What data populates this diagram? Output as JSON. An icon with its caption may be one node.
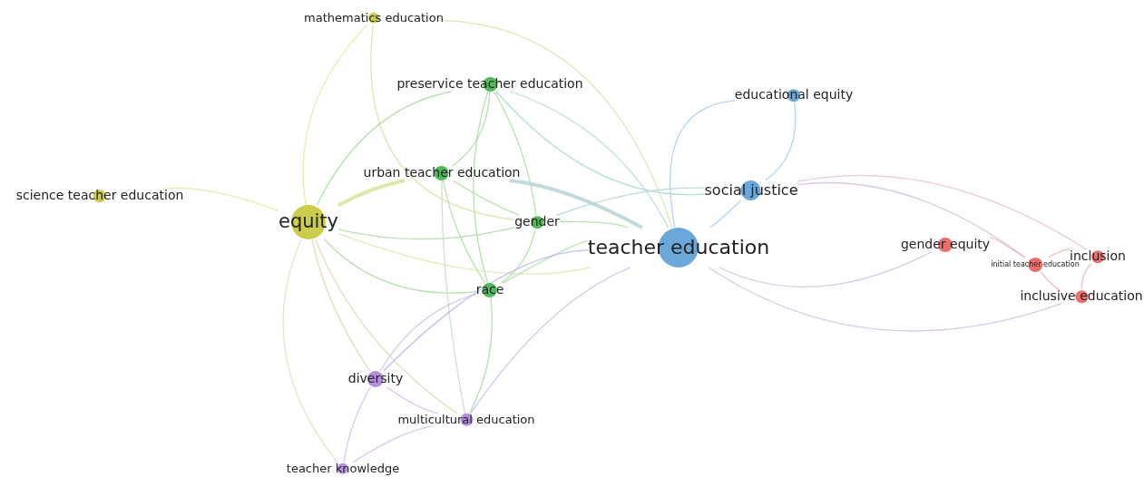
{
  "diagram": {
    "nodes": [
      {
        "text": [
          "mathematics education"
        ]
      },
      {
        "text": [
          "preservice teacher education"
        ]
      },
      {
        "text": [
          "educational equity"
        ]
      },
      {
        "text": [
          "science teacher education"
        ]
      },
      {
        "text": [
          "urban teacher education"
        ]
      },
      {
        "text": [
          "social justice"
        ]
      },
      {
        "text": [
          "equity"
        ]
      },
      {
        "text": [
          "gender"
        ]
      },
      {
        "text": [
          "teacher education"
        ]
      },
      {
        "text": [
          "gender equity"
        ]
      },
      {
        "text": [
          "initial teacher education"
        ]
      },
      {
        "text": [
          "inclusion"
        ]
      },
      {
        "text": [
          "inclusive education"
        ]
      },
      {
        "text": [
          "race"
        ]
      },
      {
        "text": [
          "diversity"
        ]
      },
      {
        "text": [
          "multicultural education"
        ]
      },
      {
        "text": [
          "teacher knowledge"
        ]
      }
    ],
    "edges": [
      {
        "from": 6,
        "to": 3,
        "arrow": "none",
        "color": "#e6e89a"
      },
      {
        "from": 6,
        "to": 0,
        "arrow": "none",
        "color": "#e6e89a"
      },
      {
        "from": 0,
        "to": 8,
        "arrow": "none",
        "color": "#cfe6a8"
      },
      {
        "from": 0,
        "to": 7,
        "arrow": "none",
        "color": "#d8e3a0"
      },
      {
        "from": 6,
        "to": 1,
        "arrow": "none"
      },
      {
        "from": 6,
        "to": 4,
        "arrow": "none",
        "style": "thick",
        "color": "#d9e39a"
      },
      {
        "from": 6,
        "to": 7,
        "arrow": "none"
      },
      {
        "from": 6,
        "to": 13,
        "arrow": "none"
      },
      {
        "from": 6,
        "to": 8,
        "arrow": "none",
        "color": "#dfe6b0"
      },
      {
        "from": 6,
        "to": 14,
        "arrow": "none",
        "color": "#e0d6b0"
      },
      {
        "from": 6,
        "to": 15,
        "arrow": "none",
        "color": "#e0d6b0"
      },
      {
        "from": 6,
        "to": 16,
        "arrow": "none",
        "color": "#e8dcc0"
      },
      {
        "from": 1,
        "to": 4,
        "arrow": "none"
      },
      {
        "from": 1,
        "to": 13,
        "arrow": "none"
      },
      {
        "from": 1,
        "to": 7,
        "arrow": "none"
      },
      {
        "from": 1,
        "to": 8,
        "arrow": "none",
        "color": "#a8d8d0"
      },
      {
        "from": 1,
        "to": 5,
        "arrow": "none",
        "color": "#a8d8d0"
      },
      {
        "from": 4,
        "to": 8,
        "arrow": "none",
        "style": "thick",
        "color": "#b7d3d8"
      },
      {
        "from": 4,
        "to": 7,
        "arrow": "none"
      },
      {
        "from": 4,
        "to": 13,
        "arrow": "none"
      },
      {
        "from": 4,
        "to": 15,
        "arrow": "none",
        "color": "#c6dcc6"
      },
      {
        "from": 7,
        "to": 8,
        "arrow": "none"
      },
      {
        "from": 7,
        "to": 13,
        "arrow": "none"
      },
      {
        "from": 7,
        "to": 5,
        "arrow": "none",
        "color": "#a8d8d0"
      },
      {
        "from": 13,
        "to": 8,
        "arrow": "none"
      },
      {
        "from": 13,
        "to": 14,
        "arrow": "none",
        "color": "#c9c6ea"
      },
      {
        "from": 13,
        "to": 15,
        "arrow": "none"
      },
      {
        "from": 8,
        "to": 5,
        "arrow": "none",
        "color": "#a6cdee"
      },
      {
        "from": 8,
        "to": 2,
        "arrow": "none",
        "color": "#a6cdee"
      },
      {
        "from": 5,
        "to": 2,
        "arrow": "none",
        "color": "#a6cdee"
      },
      {
        "from": 8,
        "to": 14,
        "arrow": "none",
        "color": "#b9b4ee"
      },
      {
        "from": 8,
        "to": 15,
        "arrow": "none",
        "color": "#b9c0ee"
      },
      {
        "from": 8,
        "to": 9,
        "arrow": "none",
        "color": "#d2c0de"
      },
      {
        "from": 8,
        "to": 12,
        "arrow": "none",
        "color": "#d2c0de"
      },
      {
        "from": 5,
        "to": 10,
        "arrow": "none",
        "color": "#d2c0de"
      },
      {
        "from": 5,
        "to": 11,
        "arrow": "none",
        "color": "#e8c0c8"
      },
      {
        "from": 9,
        "to": 10,
        "arrow": "none",
        "color": "#f2b0b0"
      },
      {
        "from": 10,
        "to": 11,
        "arrow": "none",
        "color": "#f2b0b0"
      },
      {
        "from": 10,
        "to": 12,
        "arrow": "none",
        "color": "#f2b0b0"
      },
      {
        "from": 11,
        "to": 12,
        "arrow": "none",
        "color": "#f2b0b0"
      },
      {
        "from": 14,
        "to": 15,
        "arrow": "none",
        "color": "#d4b8ee"
      },
      {
        "from": 14,
        "to": 16,
        "arrow": "none",
        "color": "#d4b8ee"
      },
      {
        "from": 15,
        "to": 16,
        "arrow": "none",
        "color": "#d4b8ee"
      }
    ]
  }
}
